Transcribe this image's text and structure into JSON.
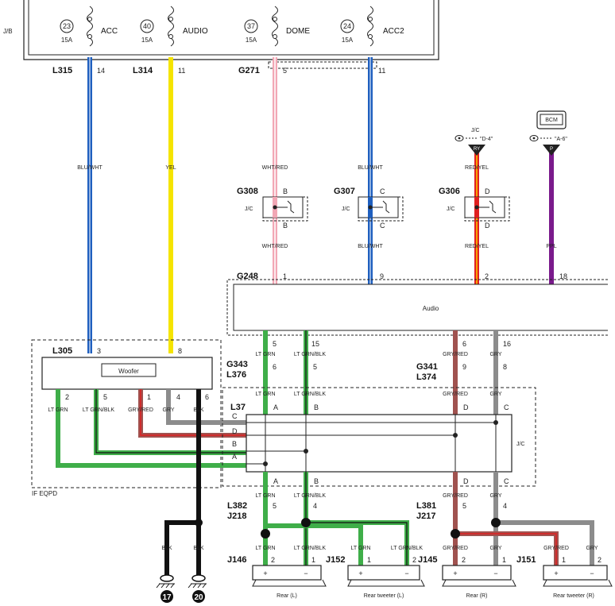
{
  "jb_label": "J/B",
  "fuses": [
    {
      "num": "23",
      "name": "ACC",
      "amp": "15A",
      "circuit": "L315",
      "pin": "14"
    },
    {
      "num": "40",
      "name": "AUDIO",
      "amp": "15A",
      "circuit": "L314",
      "pin": "11"
    },
    {
      "num": "37",
      "name": "DOME",
      "amp": "15A",
      "circuit": "G271",
      "pin": "5"
    },
    {
      "num": "24",
      "name": "ACC2",
      "amp": "15A",
      "circuit": "",
      "pin": "11"
    }
  ],
  "wire_colors": {
    "blu_wht": "BLU/WHT",
    "yel": "YEL",
    "wht_red": "WHT/RED",
    "red_yel": "RED/YEL",
    "ppl": "PPL",
    "lt_grn": "LT GRN",
    "lt_grn_blk": "LT GRN/BLK",
    "gry_red": "GRY/RED",
    "gry": "GRY",
    "blk": "BLK"
  },
  "jc_refs": {
    "d4_jc": "J/C",
    "d4_ref": "\"D-4\"",
    "d4_pin": "RY",
    "bcm": "BCM",
    "a6_ref": "\"A-6\"",
    "a6_pin": "P"
  },
  "joints": [
    {
      "name": "G308",
      "in": "B",
      "out": "B",
      "label": "J/C"
    },
    {
      "name": "G307",
      "in": "C",
      "out": "C",
      "label": "J/C"
    },
    {
      "name": "G306",
      "in": "D",
      "out": "D",
      "label": "J/C"
    }
  ],
  "audio": {
    "connector": "G248",
    "name": "Audio",
    "pins_top": [
      "1",
      "9",
      "2",
      "18"
    ],
    "pins_bottom": [
      "5",
      "15",
      "6",
      "16"
    ]
  },
  "woofer": {
    "connector": "L305",
    "name": "Woofer",
    "pin_in": [
      "3",
      "8"
    ],
    "pins_out": [
      "2",
      "5",
      "1",
      "4",
      "6"
    ],
    "area": "IF EQPD"
  },
  "mid_connectors": {
    "g343": "G343",
    "l376": "L376",
    "g343_pins": [
      "6",
      "5"
    ],
    "g341": "G341",
    "l374": "L374",
    "g341_pins": [
      "9",
      "8"
    ]
  },
  "l37": {
    "connector": "L37",
    "label": "J/C",
    "top_pins": [
      "A",
      "B",
      "D",
      "C"
    ],
    "side_pins": [
      "C",
      "D",
      "B",
      "A"
    ],
    "bottom_pins": [
      "A",
      "B",
      "D",
      "C"
    ]
  },
  "lower_connectors": {
    "l382": "L382",
    "j218": "J218",
    "l382_pins": [
      "5",
      "4"
    ],
    "l381": "L381",
    "j217": "J217",
    "l381_pins": [
      "5",
      "4"
    ]
  },
  "speakers": [
    {
      "connector": "J146",
      "name": "Rear (L)",
      "pins": [
        "2",
        "1"
      ]
    },
    {
      "connector": "J152",
      "name": "Rear tweeter (L)",
      "pins": [
        "1",
        "2"
      ]
    },
    {
      "connector": "J145",
      "name": "Rear (R)",
      "pins": [
        "2",
        "1"
      ]
    },
    {
      "connector": "J151",
      "name": "Rear tweeter (R)",
      "pins": [
        "1",
        "2"
      ]
    }
  ],
  "grounds": [
    "17",
    "20"
  ],
  "polarity": {
    "plus": "+",
    "minus": "−"
  },
  "colors": {
    "blue": "#1f5fbf",
    "yellow": "#f5e400",
    "pink": "#f2a7b5",
    "red": "#e02020",
    "orange": "#f7a000",
    "purple": "#7a1a8c",
    "green": "#3fae49",
    "gray": "#8c8c8c",
    "grayred": "#a0524f",
    "black": "#111111"
  }
}
